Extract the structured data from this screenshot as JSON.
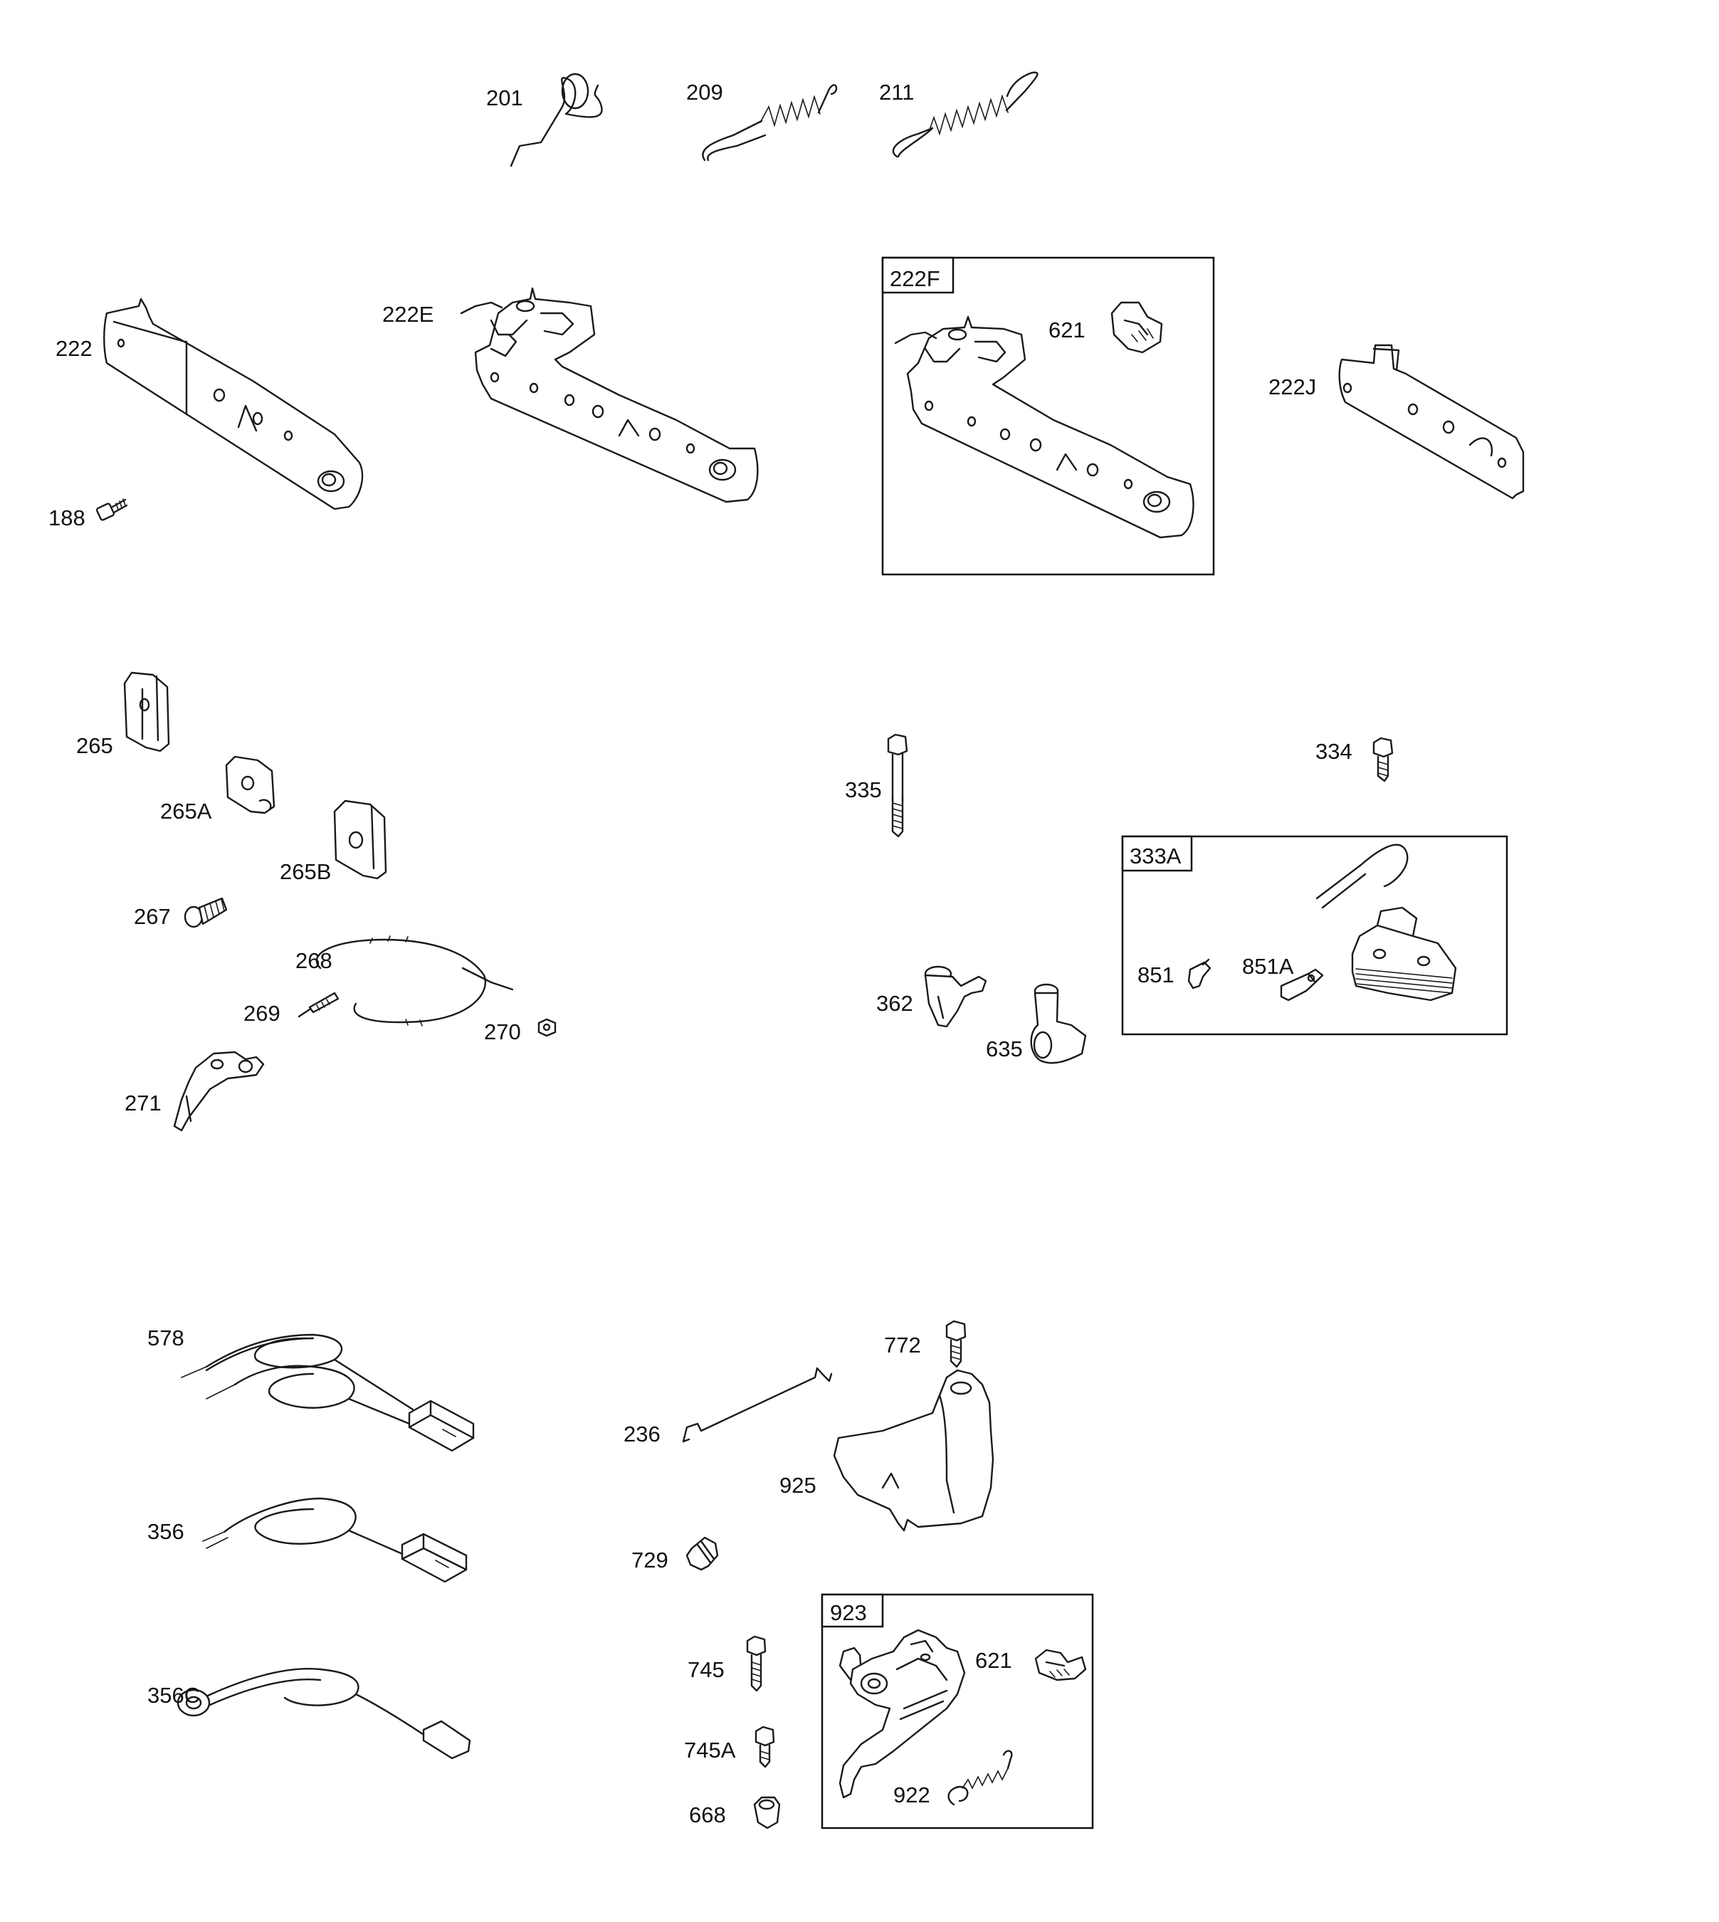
{
  "labels": {
    "l201": "201",
    "l209": "209",
    "l211": "211",
    "l222": "222",
    "l188": "188",
    "l222E": "222E",
    "l222F": "222F",
    "l621a": "621",
    "l222J": "222J",
    "l265": "265",
    "l265A": "265A",
    "l265B": "265B",
    "l267": "267",
    "l268": "268",
    "l269": "269",
    "l270": "270",
    "l271": "271",
    "l335": "335",
    "l334": "334",
    "l333A": "333A",
    "l362": "362",
    "l635": "635",
    "l851": "851",
    "l851A": "851A",
    "l578": "578",
    "l356": "356",
    "l356C": "356C",
    "l772": "772",
    "l236": "236",
    "l925": "925",
    "l729": "729",
    "l923": "923",
    "l745": "745",
    "l621b": "621",
    "l745A": "745A",
    "l922": "922",
    "l668": "668"
  },
  "colors": {
    "line": "#1a1a1a",
    "background": "#ffffff"
  }
}
